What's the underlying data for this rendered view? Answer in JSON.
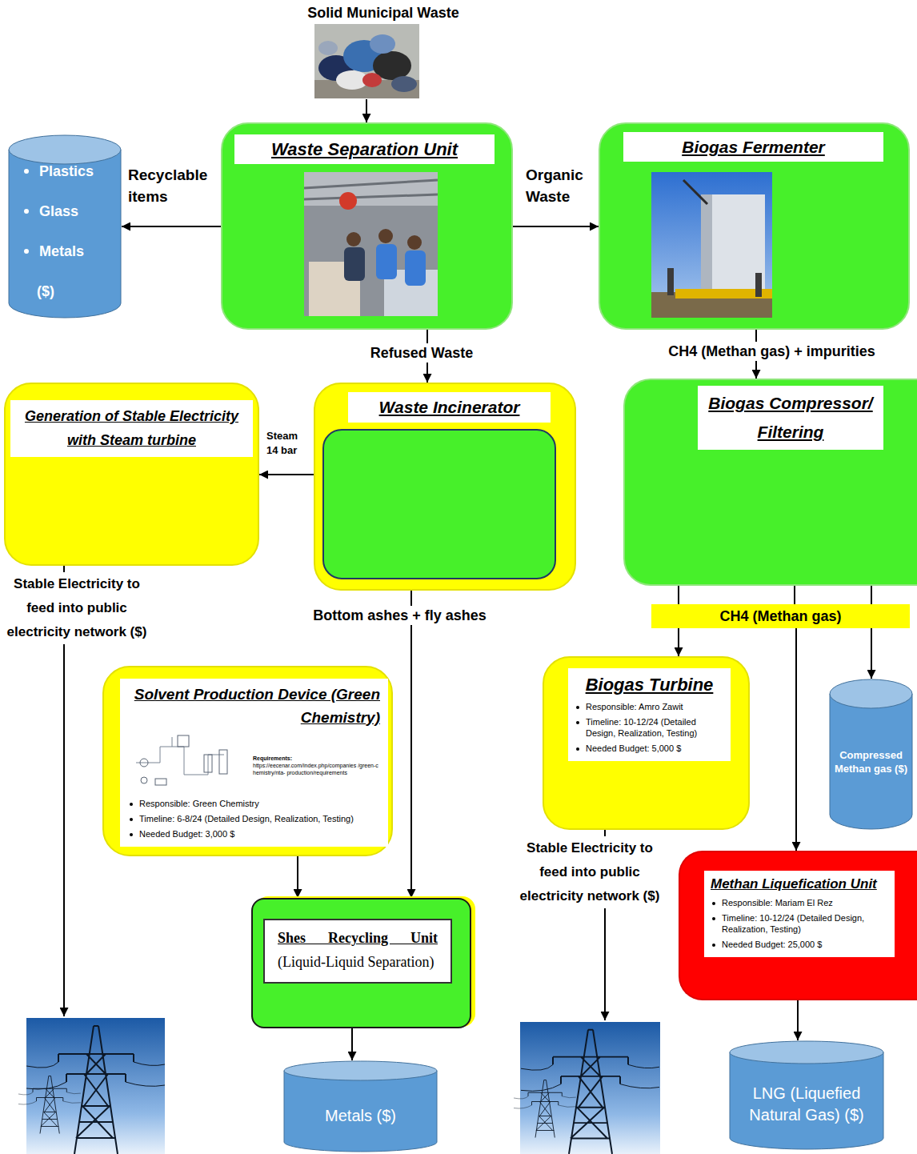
{
  "diagram": {
    "nodes": [
      {
        "text": [
          "Solid Municipal Waste"
        ]
      },
      {
        "text": [
          "Plastics",
          "Glass",
          "Metals",
          "($)"
        ]
      },
      {
        "text": [
          "Waste Separation Unit"
        ]
      },
      {
        "text": [
          "Biogas Fermenter"
        ]
      },
      {
        "text": [
          "Generation of Stable Electricity with Steam turbine"
        ]
      },
      {
        "text": [
          "Waste Incinerator"
        ]
      },
      {
        "text": [
          "Biogas Compressor/ Filtering"
        ]
      },
      {
        "text": [
          "CH4 (Methan gas)"
        ]
      },
      {
        "text": [
          "Solvent Production Device (Green Chemistry)",
          "Requirements:",
          "https://eecenar.com/index.php/companies /green-chemistry/nta- production/requirements",
          "Responsible: Green Chemistry",
          "Timeline: 6-8/24 (Detailed Design, Realization, Testing)",
          "Needed Budget: 3,000 $"
        ]
      },
      {
        "text": [
          "Biogas Turbine",
          "Responsible: Amro Zawit",
          "Timeline: 10-12/24 (Detailed Design, Realization, Testing)",
          "Needed Budget: 5,000 $"
        ]
      },
      {
        "text": [
          "Compressed Methan gas ($)"
        ]
      },
      {
        "text": [
          "Shes Recycling Unit",
          "(Liquid-Liquid Separation)"
        ]
      },
      {
        "text": [
          "Methan Liquefication Unit",
          "Responsible: Mariam El Rez",
          "Timeline: 10-12/24 (Detailed Design, Realization, Testing)",
          "Needed Budget: 25,000 $"
        ]
      },
      {
        "text": [
          "Metals ($)"
        ]
      },
      {
        "text": [
          "LNG (Liquefied Natural Gas) ($)"
        ]
      }
    ],
    "edges": [
      {
        "from": 0,
        "to": 2,
        "arrow": "to"
      },
      {
        "from": 2,
        "to": 1,
        "label": "Recyclable items",
        "arrow": "to"
      },
      {
        "from": 2,
        "to": 3,
        "label": "Organic Waste",
        "arrow": "to"
      },
      {
        "from": 2,
        "to": 5,
        "label": "Refused Waste",
        "arrow": "to"
      },
      {
        "from": 3,
        "to": 6,
        "label": "CH4 (Methan gas) + impurities",
        "arrow": "to"
      },
      {
        "from": 5,
        "to": 4,
        "label": "Steam 14 bar",
        "arrow": "to"
      },
      {
        "from": 5,
        "to": 11,
        "label": "Bottom ashes + fly ashes",
        "arrow": "to"
      },
      {
        "from": 6,
        "to": 7,
        "arrow": "none"
      },
      {
        "from": 7,
        "to": 9,
        "arrow": "to"
      },
      {
        "from": 7,
        "to": 10,
        "arrow": "to"
      },
      {
        "from": 7,
        "to": 12,
        "arrow": "to"
      },
      {
        "from": 8,
        "to": 11,
        "arrow": "to"
      },
      {
        "from": 11,
        "to": 13,
        "arrow": "to"
      },
      {
        "from": 12,
        "to": 14,
        "arrow": "to"
      }
    ],
    "labels": [
      "Stable Electricity to feed into public electricity network ($)",
      "Stable Electricity to feed into public electricity network ($)"
    ]
  }
}
